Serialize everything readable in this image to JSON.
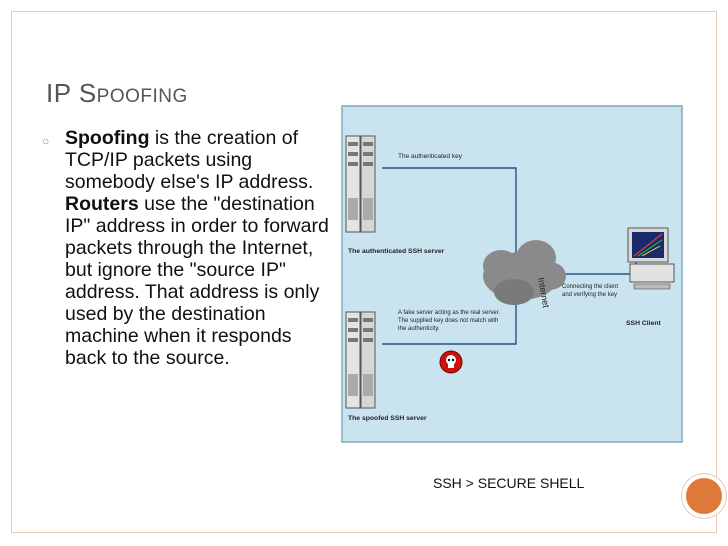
{
  "slide": {
    "title_first": "IP S",
    "title_rest": "POOFING",
    "accent_color": "#e07a3a",
    "body": {
      "bold1": "Spoofing",
      "text1": " is the creation of TCP/IP packets using somebody else's IP address. ",
      "bold2": "Routers",
      "text2": " use the \"destination IP\" address in order to forward packets through the Internet, but ignore the \"source IP\" address. That address is only used by the destination machine when it responds back to the source."
    },
    "caption": "SSH > SECURE SHELL"
  },
  "diagram": {
    "authenticated_key": "The authenticated key",
    "auth_server": "The authenticated SSH server",
    "internet": "Internet",
    "connecting_1": "Connecting the client",
    "connecting_2": "and verifying the key",
    "fake_1": "A fake server acting as the real server.",
    "fake_2": "The supplied key does not match with",
    "fake_3": "the authenticity.",
    "ssh_client": "SSH Client",
    "spoofed_server": "The spoofed SSH server"
  }
}
